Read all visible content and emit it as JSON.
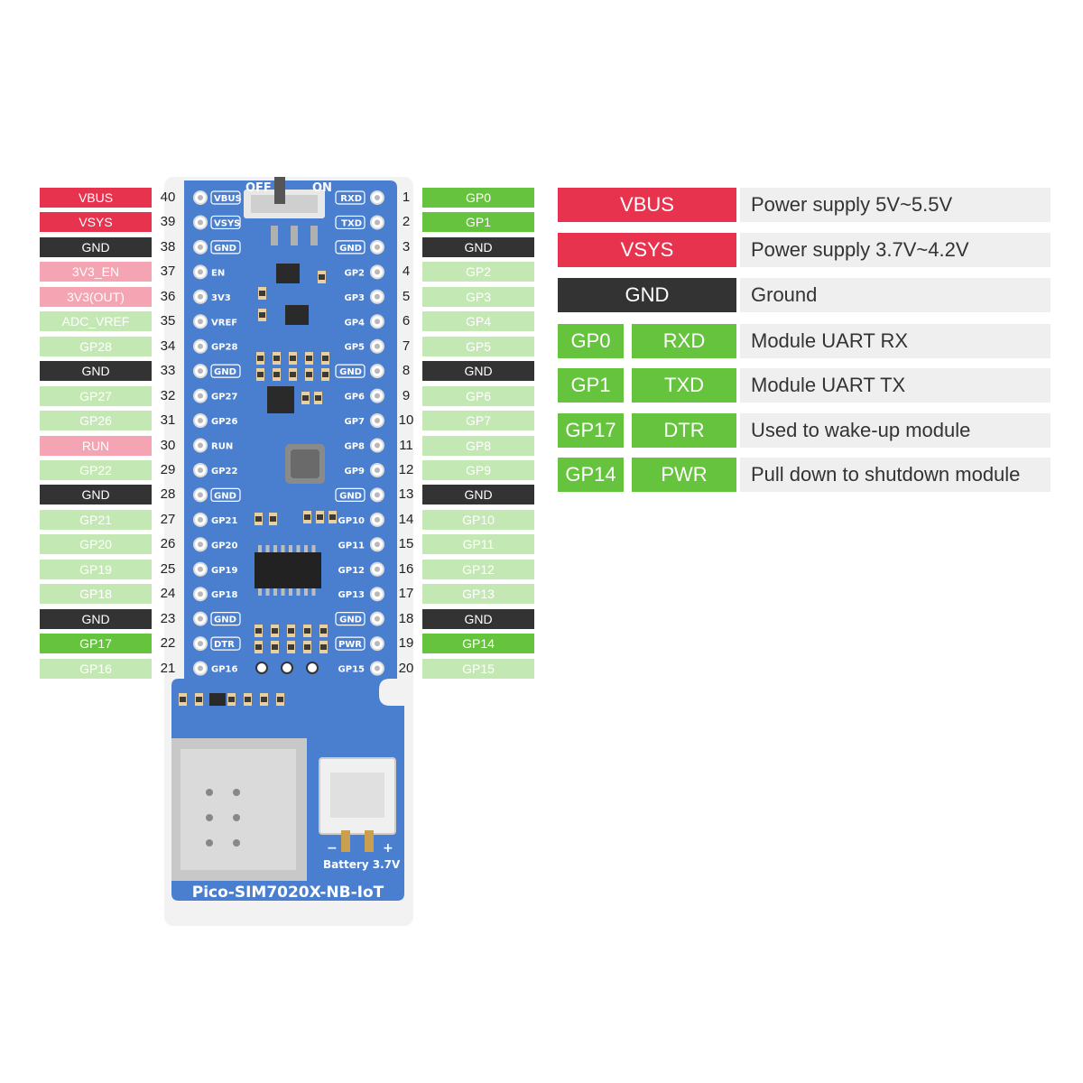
{
  "left_pins": [
    {
      "label": "VBUS",
      "num": "40",
      "type": "power",
      "silk": "VBUS"
    },
    {
      "label": "VSYS",
      "num": "39",
      "type": "power",
      "silk": "VSYS"
    },
    {
      "label": "GND",
      "num": "38",
      "type": "gnd",
      "silk": "GND"
    },
    {
      "label": "3V3_EN",
      "num": "37",
      "type": "pink",
      "silk": "EN"
    },
    {
      "label": "3V3(OUT)",
      "num": "36",
      "type": "pink",
      "silk": "3V3"
    },
    {
      "label": "ADC_VREF",
      "num": "35",
      "type": "lgreen",
      "silk": "VREF"
    },
    {
      "label": "GP28",
      "num": "34",
      "type": "lgreen",
      "silk": "GP28"
    },
    {
      "label": "GND",
      "num": "33",
      "type": "gnd",
      "silk": "GND"
    },
    {
      "label": "GP27",
      "num": "32",
      "type": "lgreen",
      "silk": "GP27"
    },
    {
      "label": "GP26",
      "num": "31",
      "type": "lgreen",
      "silk": "GP26"
    },
    {
      "label": "RUN",
      "num": "30",
      "type": "pink",
      "silk": "RUN"
    },
    {
      "label": "GP22",
      "num": "29",
      "type": "lgreen",
      "silk": "GP22"
    },
    {
      "label": "GND",
      "num": "28",
      "type": "gnd",
      "silk": "GND"
    },
    {
      "label": "GP21",
      "num": "27",
      "type": "lgreen",
      "silk": "GP21"
    },
    {
      "label": "GP20",
      "num": "26",
      "type": "lgreen",
      "silk": "GP20"
    },
    {
      "label": "GP19",
      "num": "25",
      "type": "lgreen",
      "silk": "GP19"
    },
    {
      "label": "GP18",
      "num": "24",
      "type": "lgreen",
      "silk": "GP18"
    },
    {
      "label": "GND",
      "num": "23",
      "type": "gnd",
      "silk": "GND"
    },
    {
      "label": "GP17",
      "num": "22",
      "type": "green",
      "silk": "DTR"
    },
    {
      "label": "GP16",
      "num": "21",
      "type": "lgreen",
      "silk": "GP16"
    }
  ],
  "right_pins": [
    {
      "label": "GP0",
      "num": "1",
      "type": "green",
      "silk": "RXD"
    },
    {
      "label": "GP1",
      "num": "2",
      "type": "green",
      "silk": "TXD"
    },
    {
      "label": "GND",
      "num": "3",
      "type": "gnd",
      "silk": "GND"
    },
    {
      "label": "GP2",
      "num": "4",
      "type": "lgreen",
      "silk": "GP2"
    },
    {
      "label": "GP3",
      "num": "5",
      "type": "lgreen",
      "silk": "GP3"
    },
    {
      "label": "GP4",
      "num": "6",
      "type": "lgreen",
      "silk": "GP4"
    },
    {
      "label": "GP5",
      "num": "7",
      "type": "lgreen",
      "silk": "GP5"
    },
    {
      "label": "GND",
      "num": "8",
      "type": "gnd",
      "silk": "GND"
    },
    {
      "label": "GP6",
      "num": "9",
      "type": "lgreen",
      "silk": "GP6"
    },
    {
      "label": "GP7",
      "num": "10",
      "type": "lgreen",
      "silk": "GP7"
    },
    {
      "label": "GP8",
      "num": "11",
      "type": "lgreen",
      "silk": "GP8"
    },
    {
      "label": "GP9",
      "num": "12",
      "type": "lgreen",
      "silk": "GP9"
    },
    {
      "label": "GND",
      "num": "13",
      "type": "gnd",
      "silk": "GND"
    },
    {
      "label": "GP10",
      "num": "14",
      "type": "lgreen",
      "silk": "GP10"
    },
    {
      "label": "GP11",
      "num": "15",
      "type": "lgreen",
      "silk": "GP11"
    },
    {
      "label": "GP12",
      "num": "16",
      "type": "lgreen",
      "silk": "GP12"
    },
    {
      "label": "GP13",
      "num": "17",
      "type": "lgreen",
      "silk": "GP13"
    },
    {
      "label": "GND",
      "num": "18",
      "type": "gnd",
      "silk": "GND"
    },
    {
      "label": "GP14",
      "num": "19",
      "type": "green",
      "silk": "PWR"
    },
    {
      "label": "GP15",
      "num": "20",
      "type": "lgreen",
      "silk": "GP15"
    }
  ],
  "board": {
    "switch_off": "OFF",
    "switch_on": "ON",
    "name": "Pico-SIM7020X-NB-IoT",
    "battery": "Battery 3.7V",
    "battery_minus": "−",
    "battery_plus": "+",
    "color": "#4a7fd0"
  },
  "legend": [
    {
      "kind": "wide",
      "label": "VBUS",
      "type": "power",
      "desc": "Power supply 5V~5.5V"
    },
    {
      "kind": "wide",
      "label": "VSYS",
      "type": "power",
      "desc": "Power supply 3.7V~4.2V"
    },
    {
      "kind": "wide",
      "label": "GND",
      "type": "gnd",
      "desc": "Ground"
    },
    {
      "kind": "pair",
      "gp": "GP0",
      "fn": "RXD",
      "desc": "Module UART RX"
    },
    {
      "kind": "pair",
      "gp": "GP1",
      "fn": "TXD",
      "desc": "Module UART TX"
    },
    {
      "kind": "pair",
      "gp": "GP17",
      "fn": "DTR",
      "desc": "Used to wake-up module"
    },
    {
      "kind": "pair",
      "gp": "GP14",
      "fn": "PWR",
      "desc": "Pull down to shutdown module"
    }
  ],
  "colors": {
    "power": "#e8334f",
    "gnd": "#333333",
    "pink": "#f4a4b2",
    "lgreen": "#c4e8b4",
    "green": "#66c33d",
    "legend_bg": "#efefef"
  }
}
